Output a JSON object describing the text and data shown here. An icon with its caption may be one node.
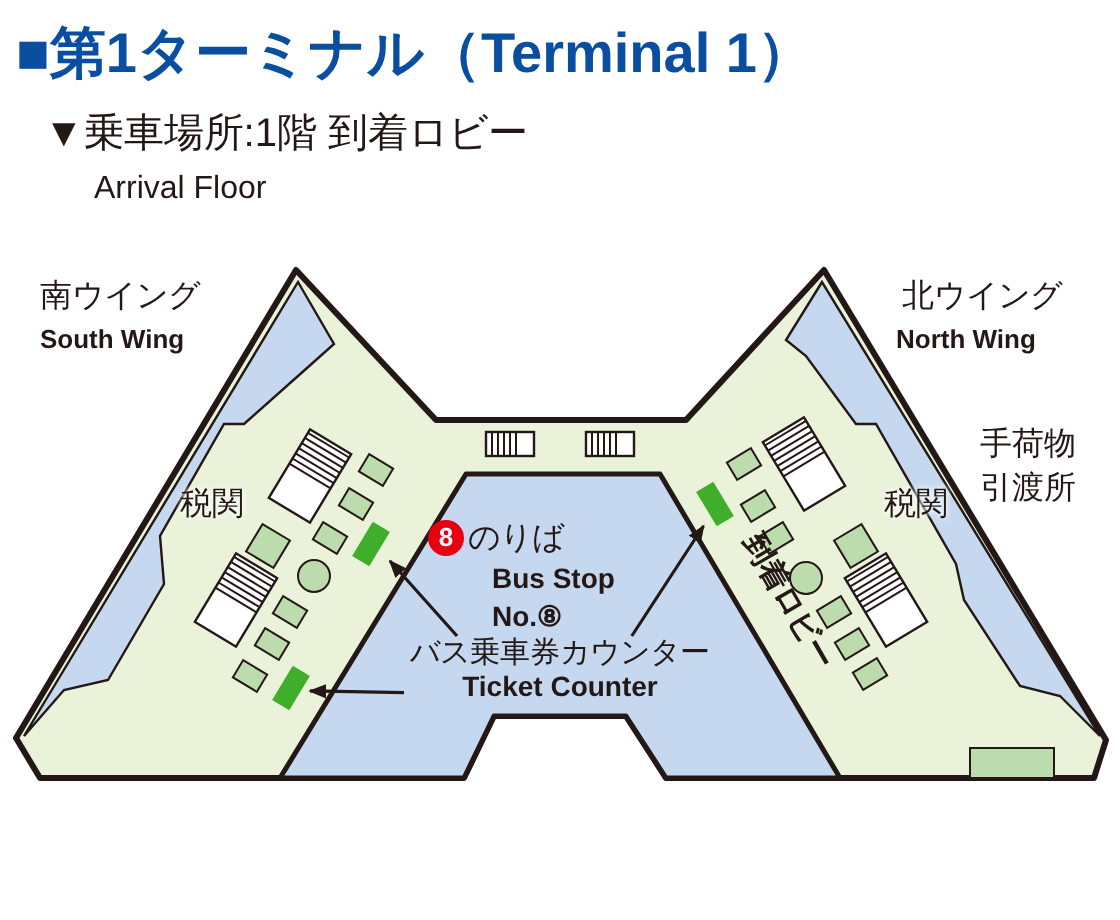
{
  "diagram": {
    "title": "■第1ターミナル（Terminal 1）",
    "nodes": [
      {
        "text": [
          "バス乗車券カウンター",
          "Ticket Counter"
        ]
      },
      {
        "text": [],
        "shape": "box"
      },
      {
        "text": [],
        "shape": "box"
      },
      {
        "text": [],
        "shape": "box"
      }
    ],
    "edges": [
      {
        "from": 0,
        "to": 2,
        "arrow": "to"
      },
      {
        "from": 0,
        "to": 1,
        "arrow": "to"
      },
      {
        "from": 0,
        "to": 3,
        "arrow": "to"
      }
    ],
    "labels": [
      "▼乗車場所:1階 到着ロビー",
      "Arrival Floor",
      "南ウイング",
      "South Wing",
      "北ウイング",
      "North Wing",
      "手荷物引渡所",
      "税関",
      "8",
      "のりば",
      "Bus Stop",
      "No.⑧",
      "税関",
      "到着ロビー"
    ]
  }
}
